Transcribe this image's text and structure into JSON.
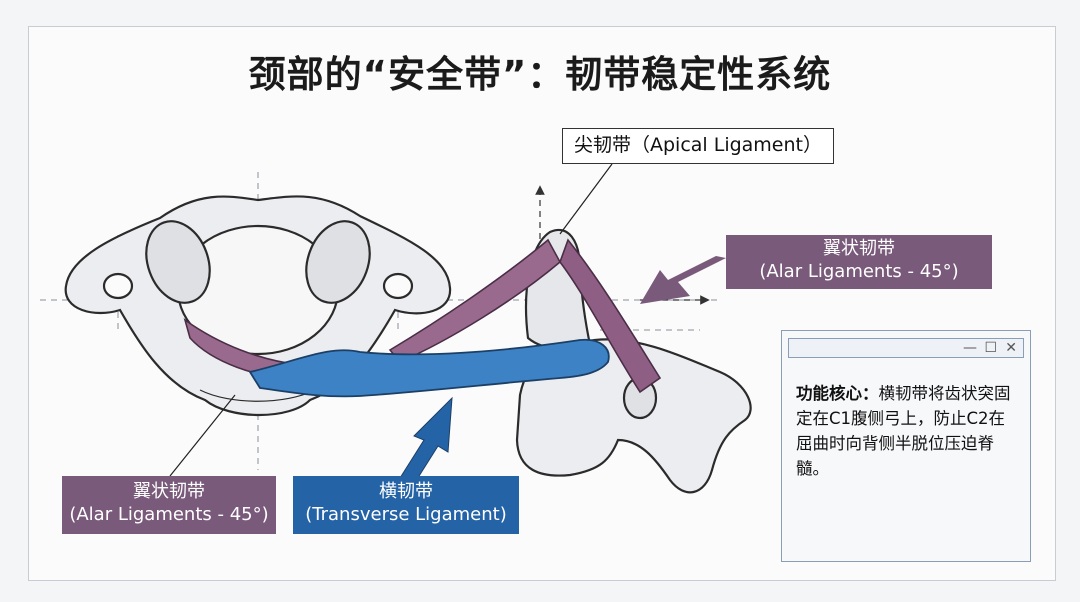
{
  "title": "颈部的“安全带”：韧带稳定性系统",
  "labels": {
    "apical": "尖韧带（Apical Ligament）",
    "alar_right": {
      "cn": "翼状韧带",
      "en": "(Alar Ligaments - 45°)"
    },
    "alar_left": {
      "cn": "翼状韧带",
      "en": "(Alar Ligaments - 45°)"
    },
    "transverse": {
      "cn": "横韧带",
      "en": "(Transverse Ligament)"
    }
  },
  "info_window": {
    "controls": {
      "minimize": "—",
      "maximize": "☐",
      "close": "✕"
    },
    "heading": "功能核心：",
    "body": "横韧带将齿状突固定在C1腹侧弓上，防止C2在屈曲时向背侧半脱位压迫脊髓。"
  },
  "colors": {
    "alar_purple": "#7a5a7a",
    "transverse_blue": "#2463a6",
    "ligament_purple": "#9a6a8e",
    "bone": "#ecedf0"
  },
  "icons": [
    "minimize-icon",
    "maximize-icon",
    "close-icon",
    "arrow-icon"
  ]
}
